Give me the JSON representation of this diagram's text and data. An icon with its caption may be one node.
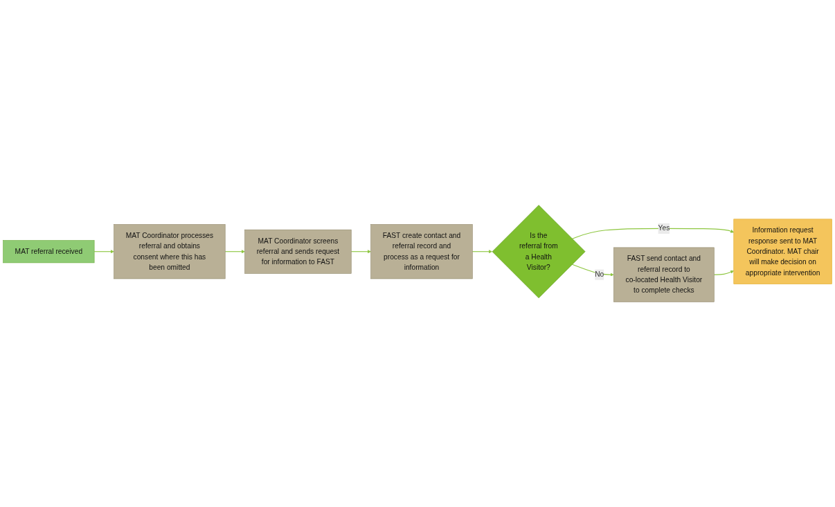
{
  "diagram": {
    "nodes": [
      {
        "text": [
          "MAT referral received"
        ]
      },
      {
        "text": [
          "MAT Coordinator processes referral and obtains consent where this has been omitted"
        ]
      },
      {
        "text": [
          "MAT Coordinator screens referral and sends request for information to FAST"
        ]
      },
      {
        "text": [
          "FAST create contact and referral record and process as a request for information"
        ]
      },
      {
        "text": [
          "Is the referral from a Health Visitor?"
        ]
      },
      {
        "text": [
          "Information request response sent to MAT Coordinator. MAT chair will make decision on appropriate intervention"
        ]
      },
      {
        "text": [
          "FAST send contact and referral record to co-located Health Visitor to complete checks"
        ]
      }
    ],
    "edges": [
      {
        "from": 0,
        "to": 1,
        "arrow": "to"
      },
      {
        "from": 1,
        "to": 2,
        "arrow": "to"
      },
      {
        "from": 2,
        "to": 3,
        "arrow": "to"
      },
      {
        "from": 3,
        "to": 4,
        "arrow": "to"
      },
      {
        "from": 4,
        "to": 5,
        "arrow": "to",
        "label": "Yes"
      },
      {
        "from": 4,
        "to": 6,
        "arrow": "to",
        "label": "No"
      },
      {
        "from": 6,
        "to": 5,
        "arrow": "to"
      }
    ]
  }
}
